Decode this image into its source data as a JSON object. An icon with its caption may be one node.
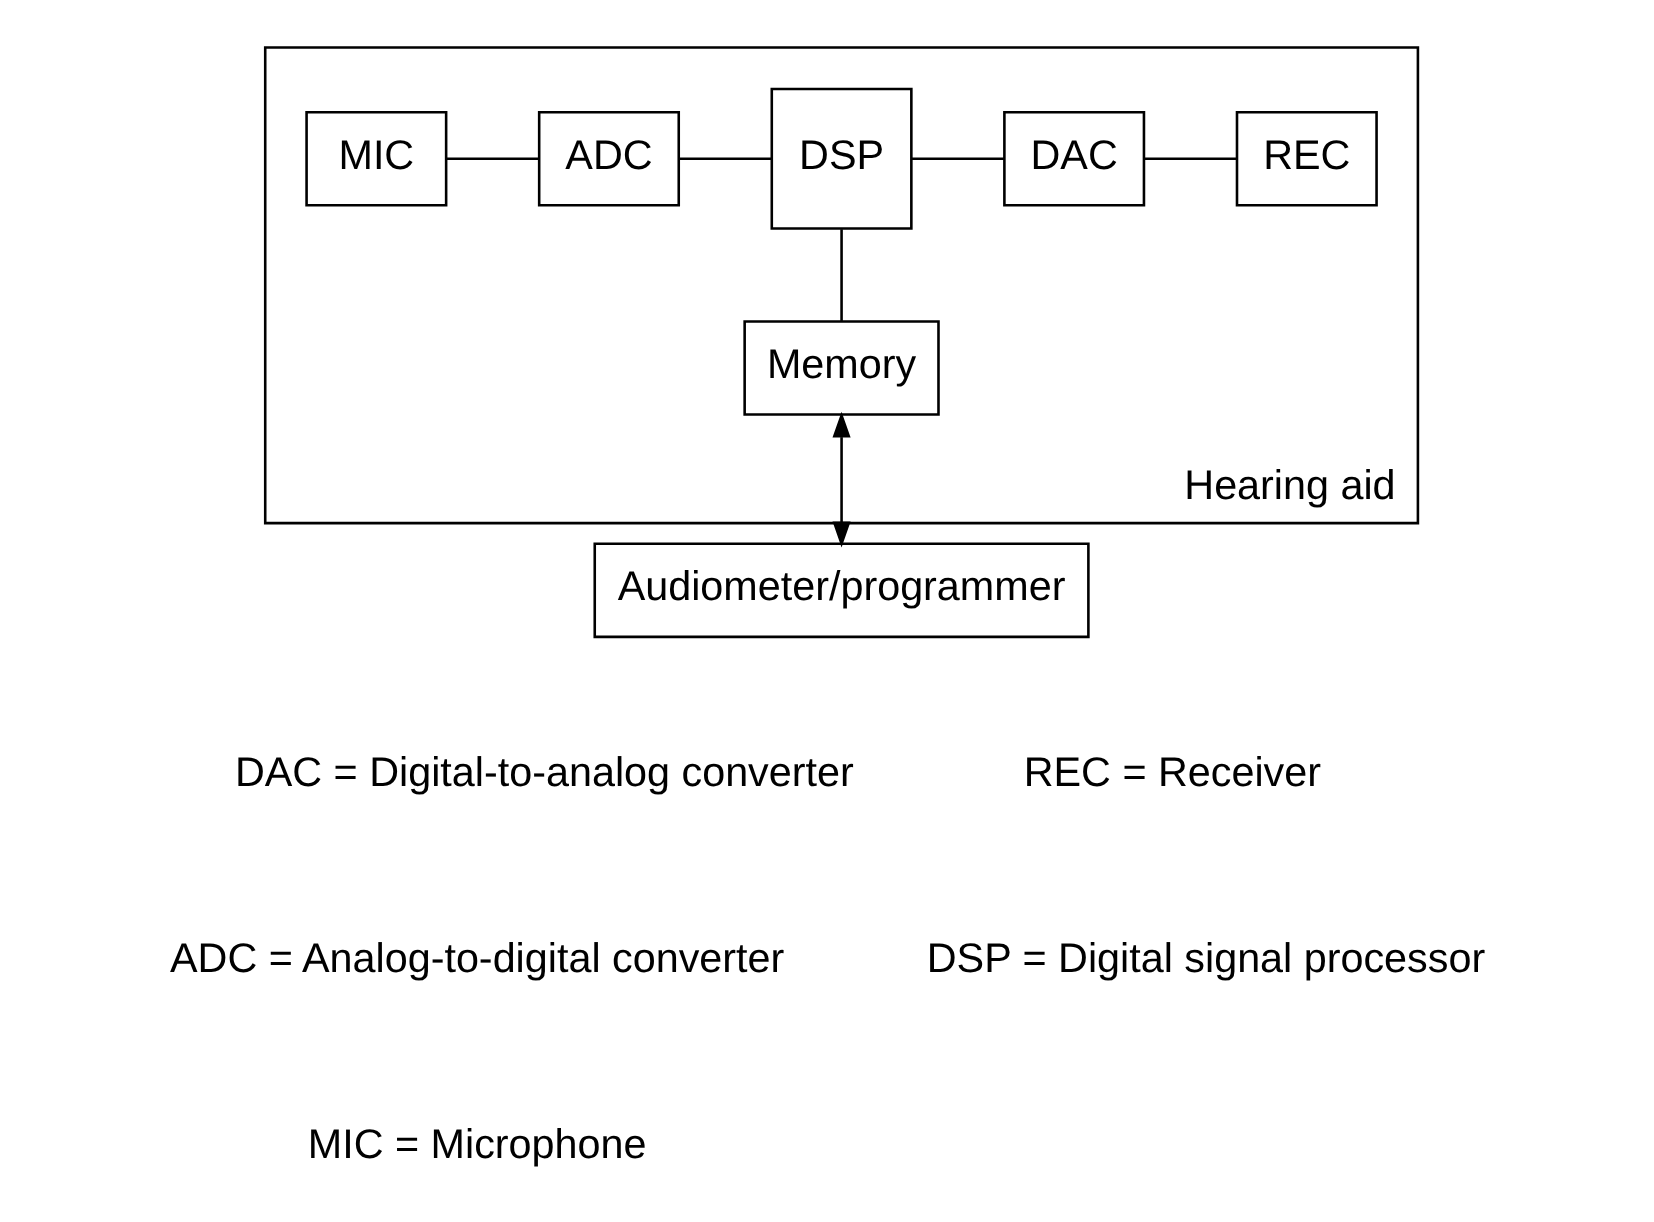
{
  "diagram": {
    "nodes": [
      {
        "text": [
          "Hearing aid"
        ]
      },
      {
        "text": [
          "MIC"
        ],
        "in": 0
      },
      {
        "text": [
          "ADC"
        ],
        "in": 0
      },
      {
        "text": [
          "DSP"
        ],
        "in": 0
      },
      {
        "text": [
          "DAC"
        ],
        "in": 0
      },
      {
        "text": [
          "REC"
        ],
        "in": 0
      },
      {
        "text": [
          "Memory"
        ],
        "in": 0
      },
      {
        "text": [
          "Audiometer/programmer"
        ]
      }
    ],
    "edges": [
      {
        "from": 1,
        "to": 2,
        "arrow": "none"
      },
      {
        "from": 2,
        "to": 3,
        "arrow": "none"
      },
      {
        "from": 3,
        "to": 4,
        "arrow": "none"
      },
      {
        "from": 4,
        "to": 5,
        "arrow": "none"
      },
      {
        "from": 3,
        "to": 6,
        "arrow": "none"
      },
      {
        "from": 6,
        "to": 7,
        "arrow": "both"
      }
    ],
    "labels": [
      "DAC = Digital-to-analog converter",
      "REC = Receiver",
      "ADC = Analog-to-digital converter",
      "DSP = Digital signal processor",
      "MIC = Microphone"
    ]
  }
}
